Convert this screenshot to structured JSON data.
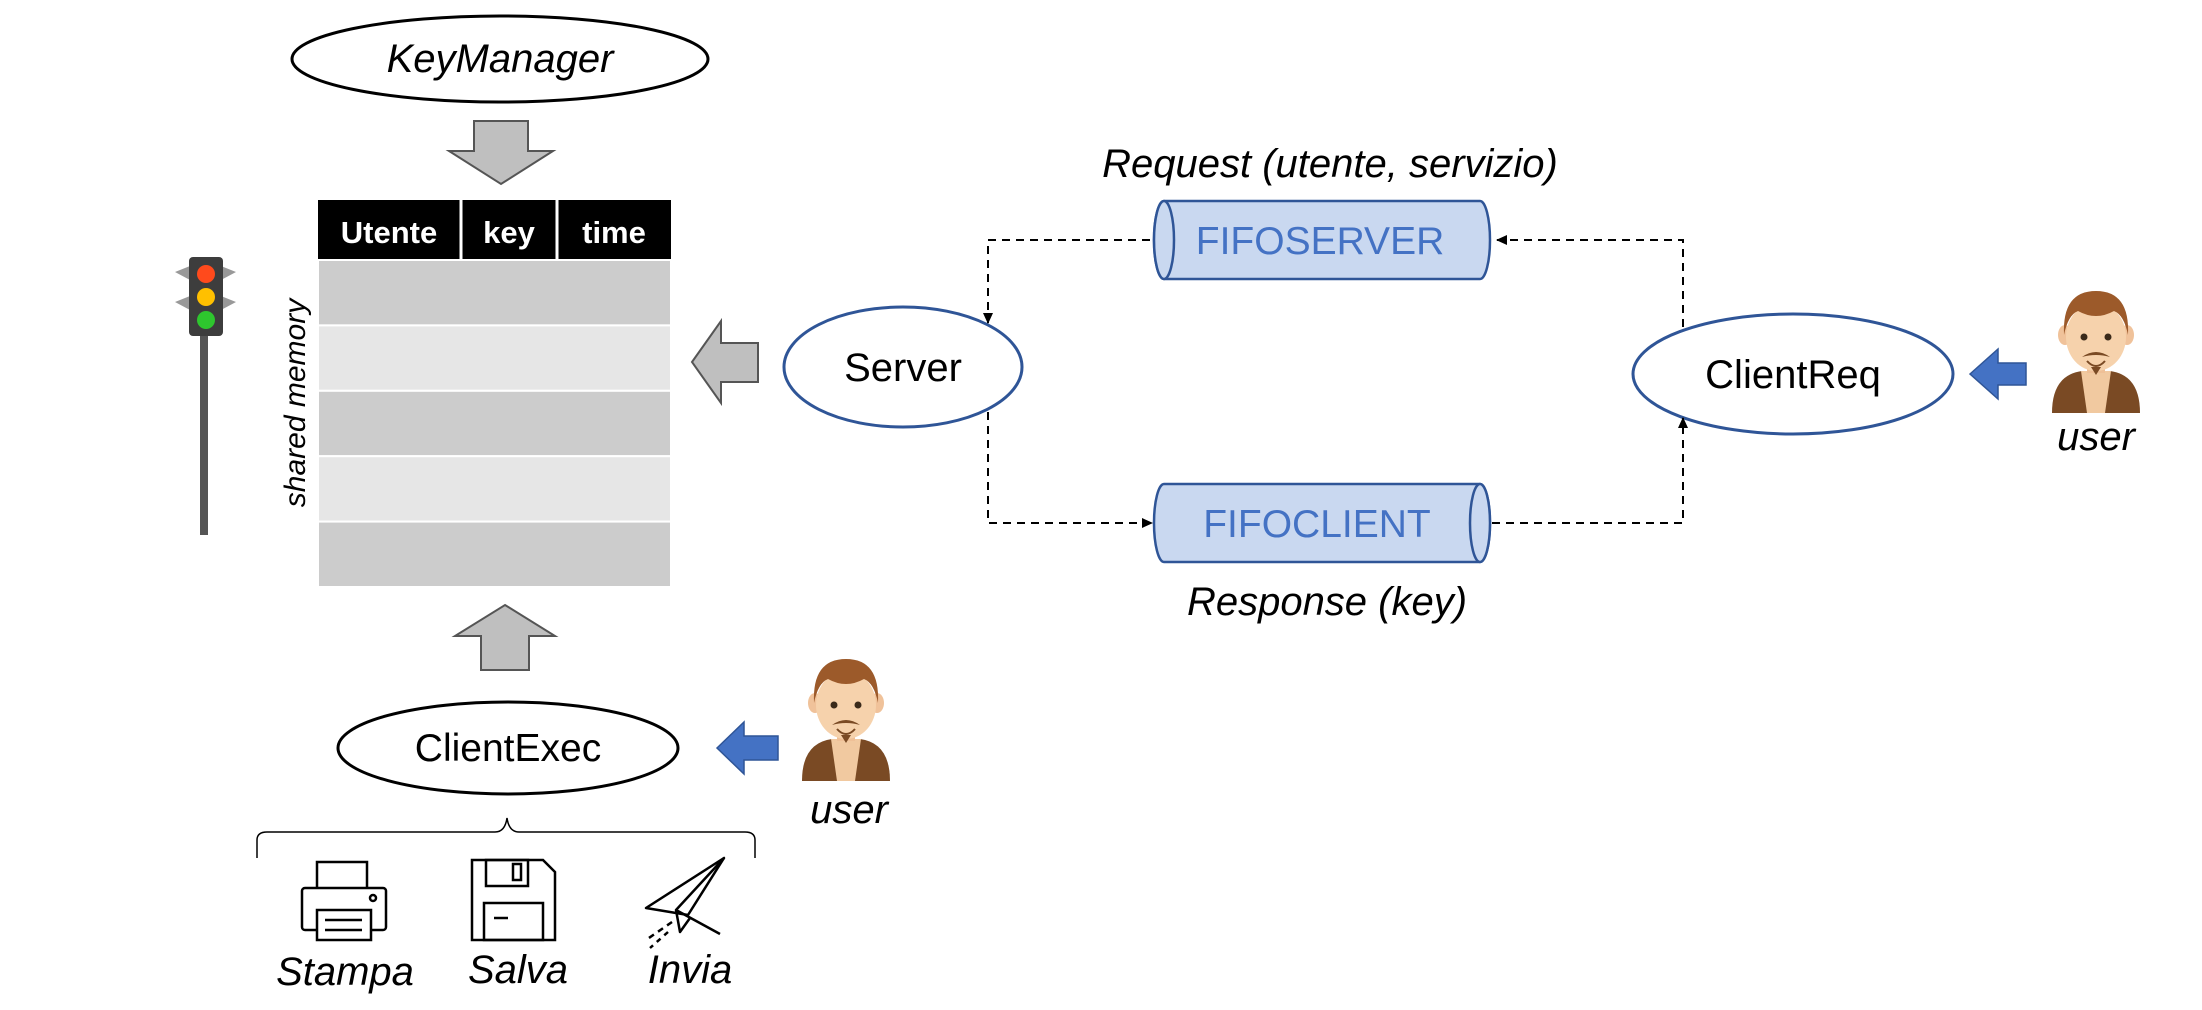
{
  "nodes": {
    "keymanager": "KeyManager",
    "server": "Server",
    "clientreq": "ClientReq",
    "clientexec": "ClientExec",
    "fifoserver": "FIFOSERVER",
    "fifoclient": "FIFOCLIENT"
  },
  "labels": {
    "request": "Request (utente, servizio)",
    "response": "Response (key)",
    "shared_memory": "shared memory",
    "user_right": "user",
    "user_bottom": "user"
  },
  "table": {
    "headers": [
      "Utente",
      "key",
      "time"
    ],
    "row_count": 5
  },
  "actions": [
    "Stampa",
    "Salva",
    "Invia"
  ],
  "colors": {
    "fifo_fill": "#c9d8f0",
    "fifo_text": "#4472c4",
    "user_arrow": "#4472c4",
    "big_arrow": "#bfbfbf",
    "table_header": "#000000",
    "row_dark": "#cccccc",
    "row_light": "#e6e6e6",
    "ellipse_blue": "#2f5597"
  },
  "icons": [
    "traffic-light-icon",
    "user-avatar-icon",
    "printer-icon",
    "floppy-disk-icon",
    "paper-plane-icon"
  ]
}
